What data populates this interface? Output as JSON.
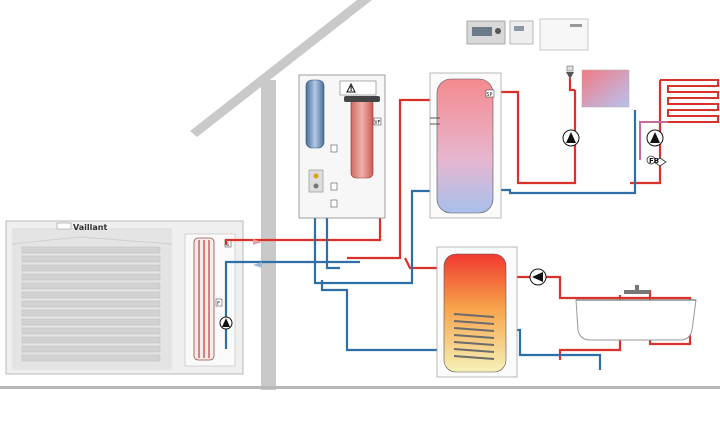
{
  "brand": {
    "name": "Vaillant"
  },
  "small_labels": {
    "buffer_tank_sensor": "SP",
    "heater_coil_sensor": "VF",
    "valve_marker": "FB",
    "outdoor_hx_top": "S",
    "outdoor_hx_side": "F"
  },
  "icons": {
    "warning": "warning-icon",
    "pump": "circulation-pump-icon",
    "mixing_valve": "mixing-valve-icon",
    "radiator": "radiator-icon",
    "floor_heating": "floor-heating-coil-icon",
    "bathtub": "bathtub-icon",
    "controller": "room-controller-icon"
  },
  "colors": {
    "hot_pipe": "#d9322b",
    "cold_pipe": "#2f6fa8",
    "roof": "#c9c9c9",
    "tank_top": "#f4949a",
    "tank_bottom": "#a9c1ea",
    "dhw_top": "#f0463a",
    "dhw_bottom": "#f5f0b0"
  }
}
